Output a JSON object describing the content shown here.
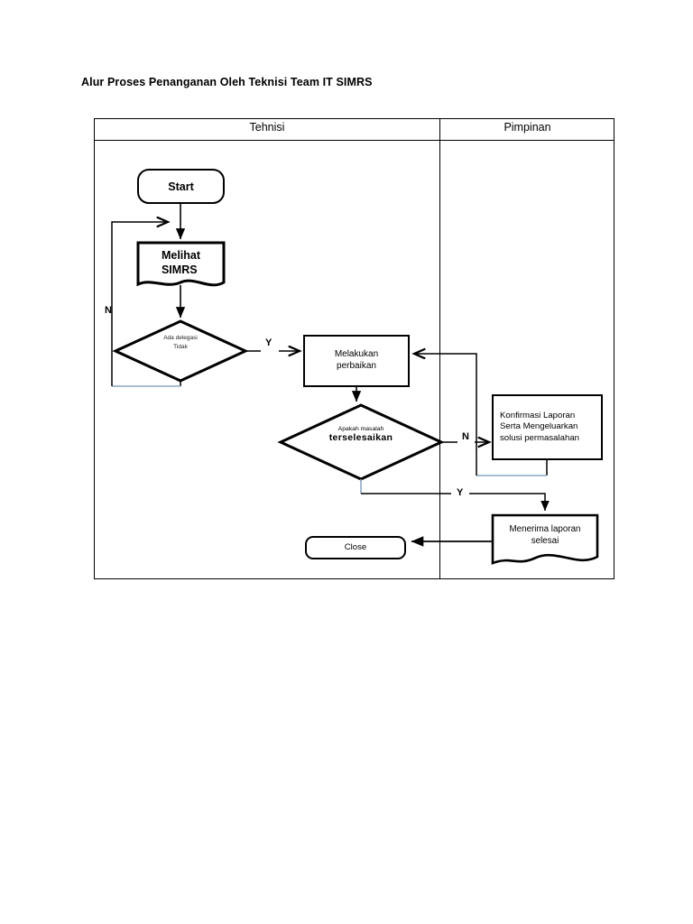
{
  "document": {
    "title": "Alur Proses Penanganan Oleh Teknisi Team IT SIMRS"
  },
  "diagram": {
    "type": "flowchart",
    "lanes": [
      {
        "id": "teknisi",
        "label": "Tehnisi"
      },
      {
        "id": "pimpinan",
        "label": "Pimpinan"
      }
    ],
    "nodes": [
      {
        "id": "start",
        "shape": "terminator",
        "lane": "teknisi",
        "label": "Start"
      },
      {
        "id": "melihat-simrs",
        "shape": "document",
        "lane": "teknisi",
        "label_line_1": "Melihat",
        "label_line_2": "SIMRS"
      },
      {
        "id": "decision-delegasi",
        "shape": "decision",
        "lane": "teknisi",
        "label_line_1": "Ada delegasi",
        "label_line_2": "Tidak"
      },
      {
        "id": "melakukan-perbaikan",
        "shape": "process",
        "lane": "teknisi",
        "label_line_1": "Melakukan",
        "label_line_2": "perbaikan"
      },
      {
        "id": "decision-terselesaikan",
        "shape": "decision",
        "lane": "teknisi",
        "label_line_1": "Apakah masalah",
        "label_line_2": "terselesaikan"
      },
      {
        "id": "konfirmasi-laporan",
        "shape": "process",
        "lane": "pimpinan",
        "label_line_1": "Konfirmasi Laporan",
        "label_line_2": "Serta Mengeluarkan",
        "label_line_3": "solusi permasalahan"
      },
      {
        "id": "menerima-laporan",
        "shape": "document",
        "lane": "pimpinan",
        "label_line_1": "Menerima laporan",
        "label_line_2": "selesai"
      },
      {
        "id": "close",
        "shape": "terminator",
        "lane": "teknisi",
        "label": "Close"
      }
    ],
    "branch_labels": {
      "delegasi_no": "N",
      "delegasi_yes": "Y",
      "terselesaikan_no": "N",
      "terselesaikan_yes": "Y"
    },
    "colors": {
      "stroke": "#000000",
      "background": "#ffffff",
      "loop_line": "#8aa7c4",
      "frame": "#000000"
    }
  }
}
